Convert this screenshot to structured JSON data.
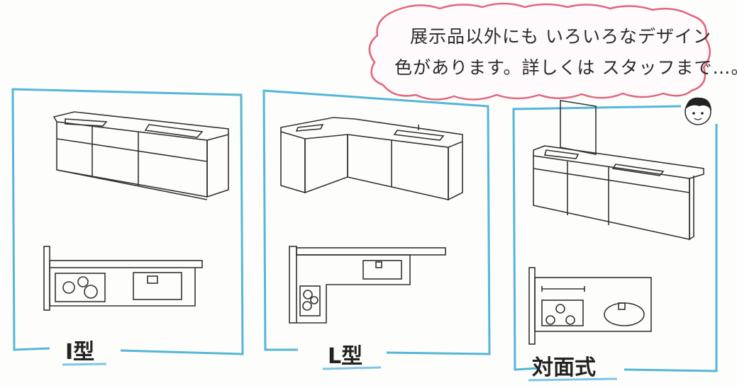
{
  "bubble": {
    "line1": "展示品以外にも いろいろなデザイン",
    "line2": "色があります。詳しくは スタッフまで…。"
  },
  "panels": [
    {
      "label": "I型"
    },
    {
      "label": "L型"
    },
    {
      "label": "対面式"
    }
  ],
  "colors": {
    "frame": "#55b6d8",
    "bubble": "#e0667e",
    "ink": "#2a2a2a"
  }
}
